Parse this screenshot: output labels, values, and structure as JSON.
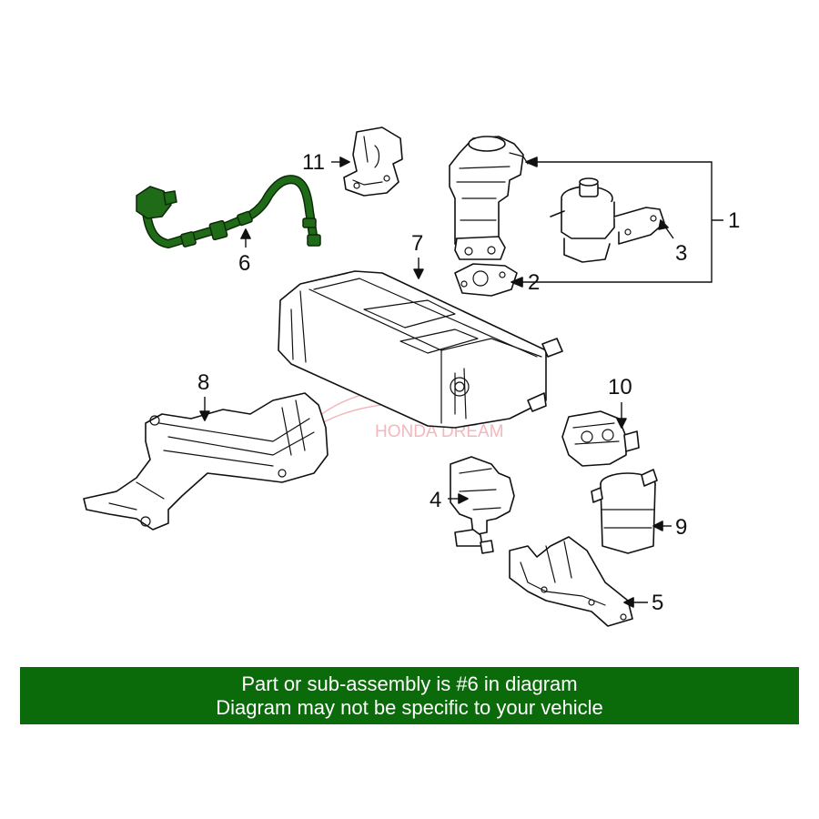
{
  "diagram": {
    "callouts": [
      {
        "id": "1",
        "label": "1"
      },
      {
        "id": "2",
        "label": "2"
      },
      {
        "id": "3",
        "label": "3"
      },
      {
        "id": "4",
        "label": "4"
      },
      {
        "id": "5",
        "label": "5"
      },
      {
        "id": "6",
        "label": "6"
      },
      {
        "id": "7",
        "label": "7"
      },
      {
        "id": "8",
        "label": "8"
      },
      {
        "id": "9",
        "label": "9"
      },
      {
        "id": "10",
        "label": "10"
      },
      {
        "id": "11",
        "label": "11"
      }
    ],
    "highlighted_part": "6",
    "highlight_color": "#1f6b17",
    "watermark": "HONDA DREAM",
    "watermark_color": "#f2b8bd"
  },
  "banner": {
    "line1": "Part or sub-assembly is #6 in diagram",
    "line2": "Diagram may not be specific to your vehicle",
    "background": "#0b6b0b",
    "text_color": "#ffffff"
  }
}
